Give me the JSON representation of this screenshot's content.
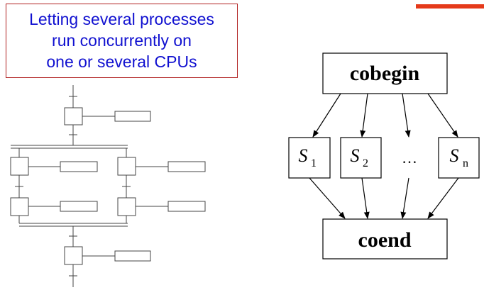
{
  "caption": {
    "lines": [
      "Letting several processes",
      "run concurrently on",
      "one or several CPUs"
    ]
  },
  "diagram": {
    "cobegin": "cobegin",
    "coend": "coend",
    "tasks": [
      {
        "base": "S",
        "sub": "1"
      },
      {
        "base": "S",
        "sub": "2"
      },
      {
        "base": "…",
        "sub": ""
      },
      {
        "base": "S",
        "sub": "n"
      }
    ]
  },
  "colors": {
    "caption_text": "#1010d0",
    "caption_border": "#b02020",
    "accent": "#e53a1a"
  }
}
